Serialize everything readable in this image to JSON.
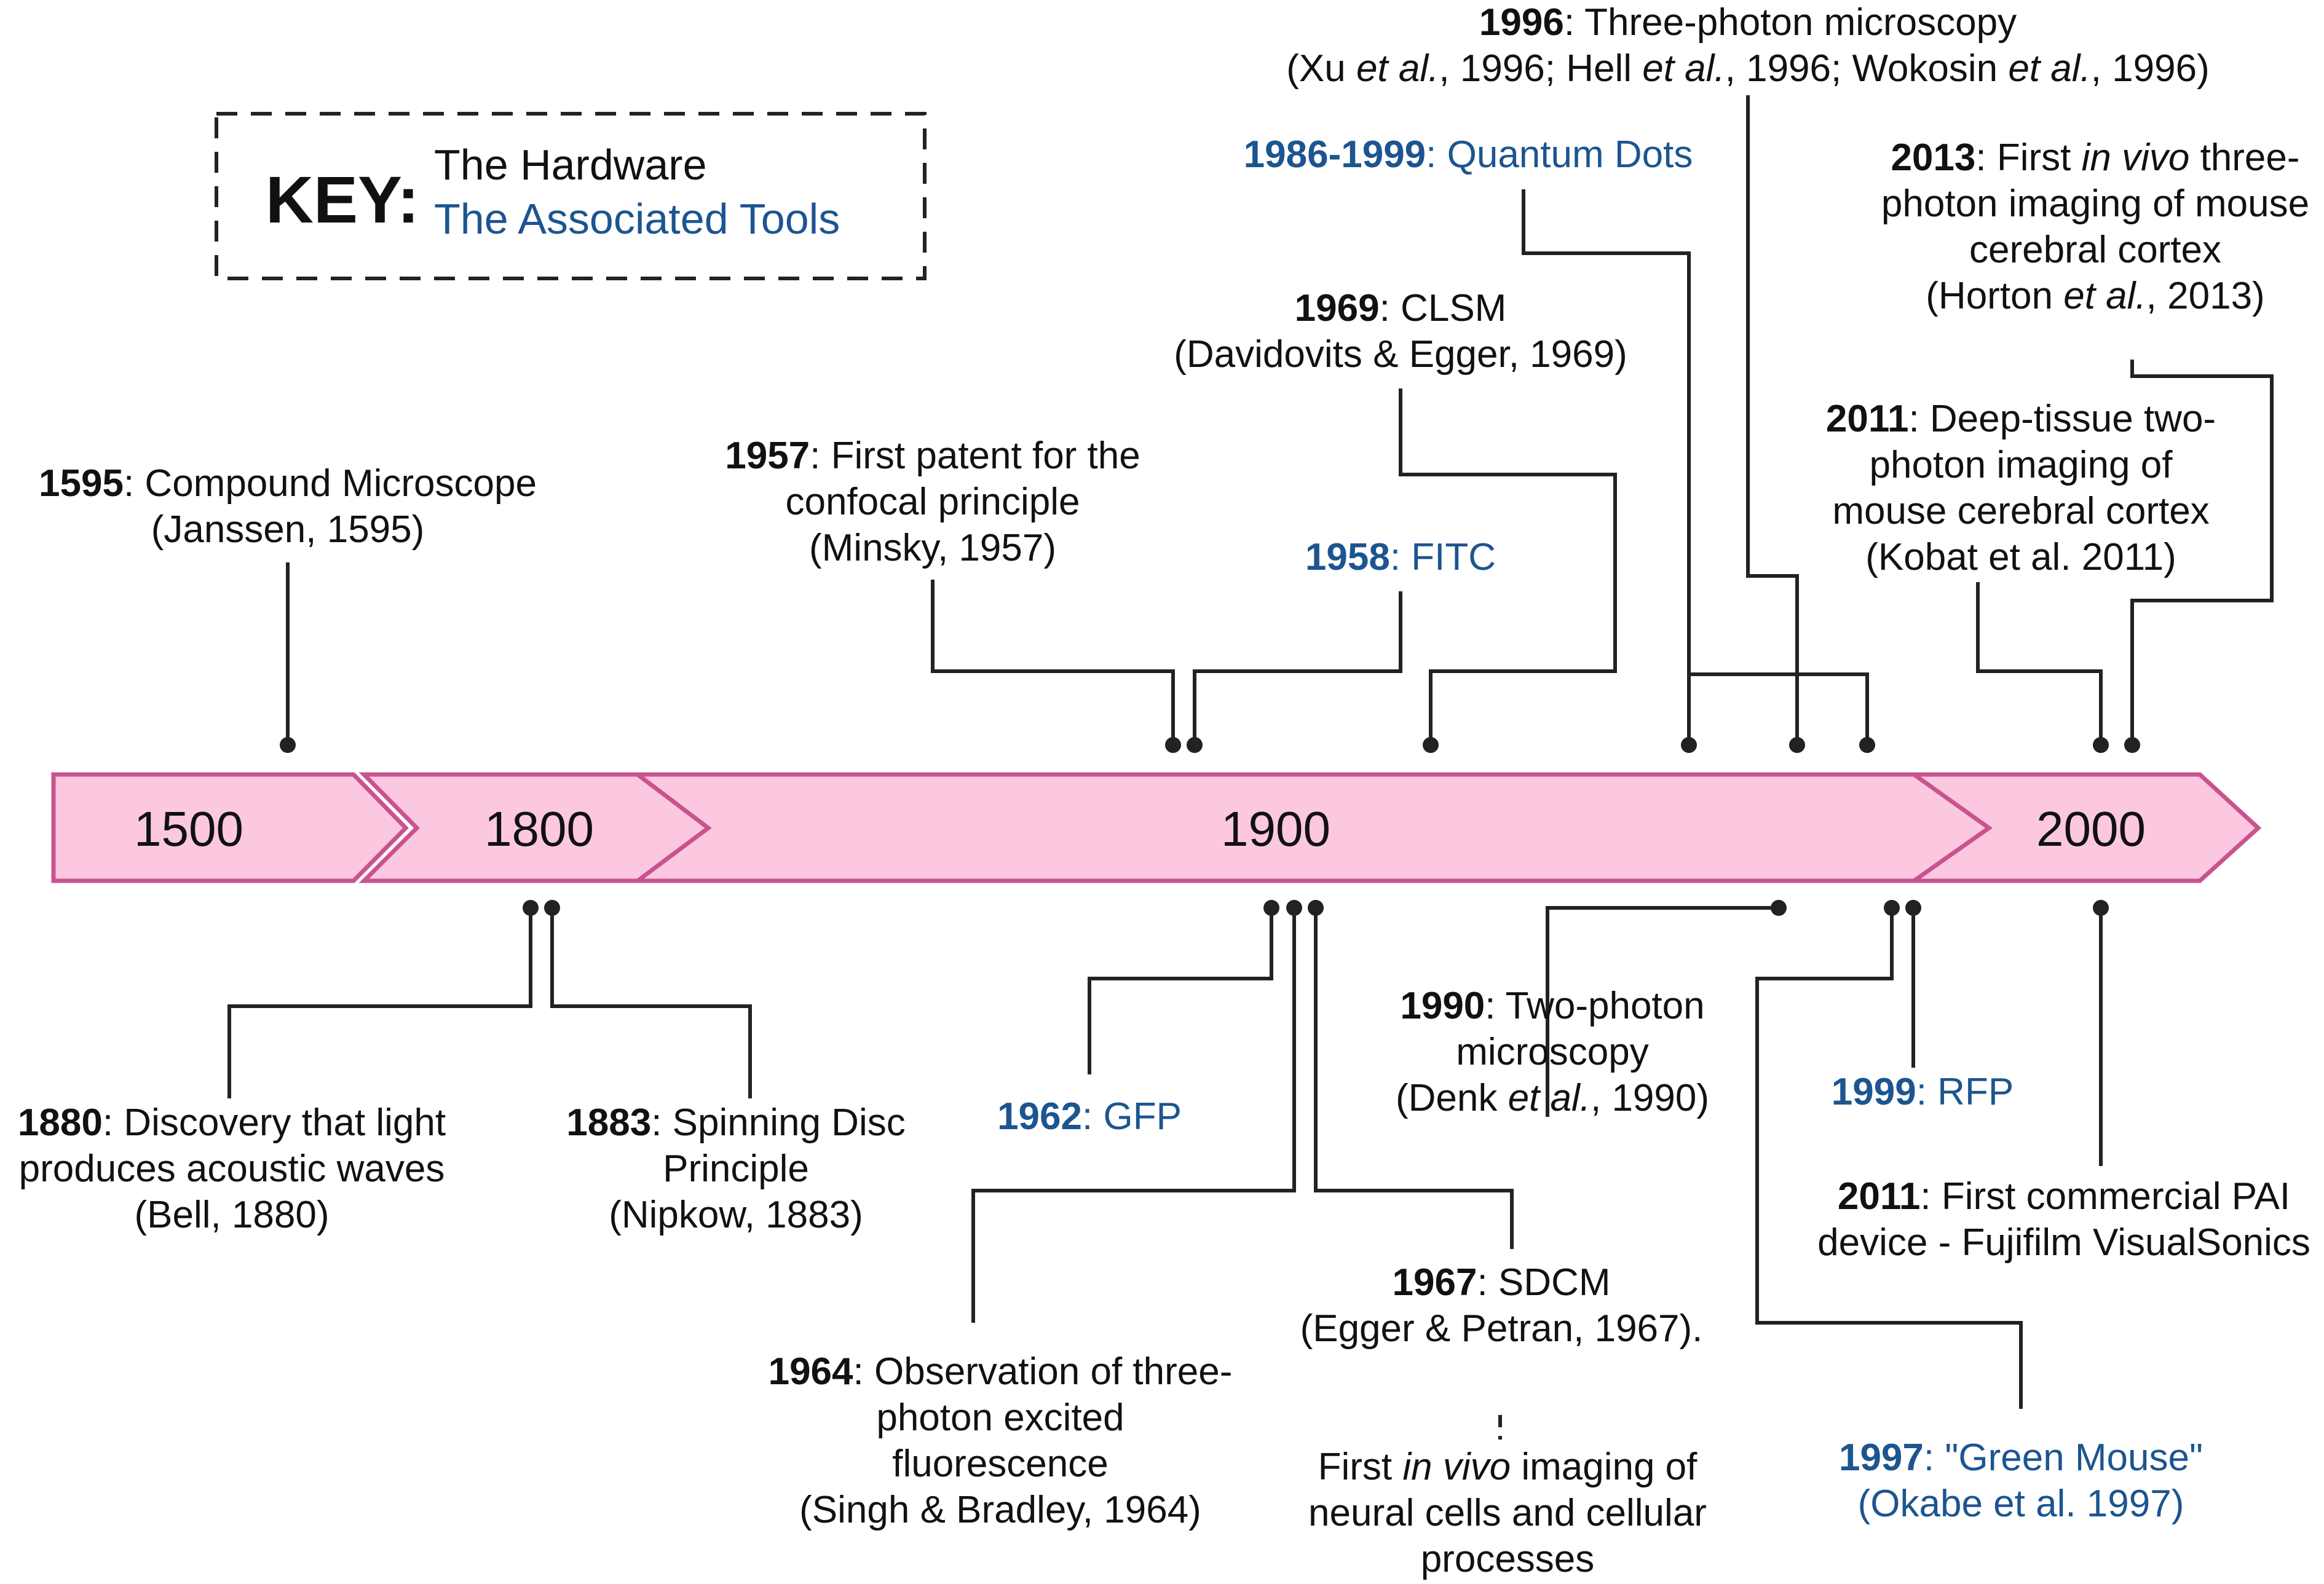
{
  "key": {
    "title": "KEY:",
    "hardware_label": "The Hardware",
    "tools_label": "The Associated Tools"
  },
  "colors": {
    "hardware": "#111111",
    "tools": "#1c5590",
    "arrow_fill": "#fbc8e0",
    "arrow_stroke": "#c9538f"
  },
  "eras": [
    "1500",
    "1800",
    "1900",
    "2000"
  ],
  "events": {
    "e1595": {
      "year": "1595",
      "lines": [
        ": Compound Microscope",
        "(Janssen, 1595)"
      ]
    },
    "e1880": {
      "year": "1880",
      "lines": [
        ": Discovery that light",
        "produces acoustic waves",
        "(Bell, 1880)"
      ]
    },
    "e1883": {
      "year": "1883",
      "lines": [
        ": Spinning Disc",
        "Principle",
        "(Nipkow, 1883)"
      ]
    },
    "e1957": {
      "year": "1957",
      "lines": [
        ": First patent for the",
        "confocal principle",
        "(Minsky, 1957)"
      ]
    },
    "e1958": {
      "year": "1958",
      "lines": [
        ": FITC"
      ]
    },
    "e1969": {
      "year": "1969",
      "lines": [
        ": CLSM",
        "(Davidovits & Egger, 1969)"
      ]
    },
    "e1986": {
      "year": "1986-1999",
      "lines": [
        ": Quantum Dots"
      ]
    },
    "e1996": {
      "year": "1996",
      "lines": [
        ": Three-photon microscopy",
        "(Xu ",
        "et al.",
        ", 1996; Hell ",
        "et al.",
        ", 1996; Wokosin ",
        "et al.",
        ", 1996)"
      ]
    },
    "e2013": {
      "year": "2013",
      "lines": [
        ": First ",
        "in vivo",
        " three-",
        "photon imaging of mouse",
        "cerebral cortex",
        "(Horton ",
        "et al.",
        ", 2013)"
      ]
    },
    "e2011a": {
      "year": "2011",
      "lines": [
        ": Deep-tissue two-",
        "photon imaging of",
        "mouse cerebral cortex",
        "(Kobat et al. 2011)"
      ]
    },
    "e1962": {
      "year": "1962",
      "lines": [
        ": GFP"
      ]
    },
    "e1964": {
      "year": "1964",
      "lines": [
        ": Observation of three-",
        "photon excited",
        "fluorescence",
        "(Singh & Bradley, 1964)"
      ]
    },
    "e1967": {
      "year": "1967",
      "lines": [
        ": SDCM",
        "(Egger & Petran, 1967)."
      ]
    },
    "e1967b": {
      "lines": [
        "First ",
        "in vivo",
        " imaging of",
        "neural cells and cellular",
        "processes"
      ]
    },
    "e1990": {
      "year": "1990",
      "lines": [
        ": Two-photon",
        "microscopy",
        "(Denk ",
        "et al.",
        ", 1990)"
      ]
    },
    "e1999": {
      "year": "1999",
      "lines": [
        ": RFP"
      ]
    },
    "e2011b": {
      "year": "2011",
      "lines": [
        ": First commercial PAI",
        "device - Fujifilm VisualSonics"
      ]
    },
    "e1997": {
      "year": "1997",
      "lines": [
        ": \"Green Mouse\"",
        "(Okabe et al. 1997)"
      ]
    }
  }
}
